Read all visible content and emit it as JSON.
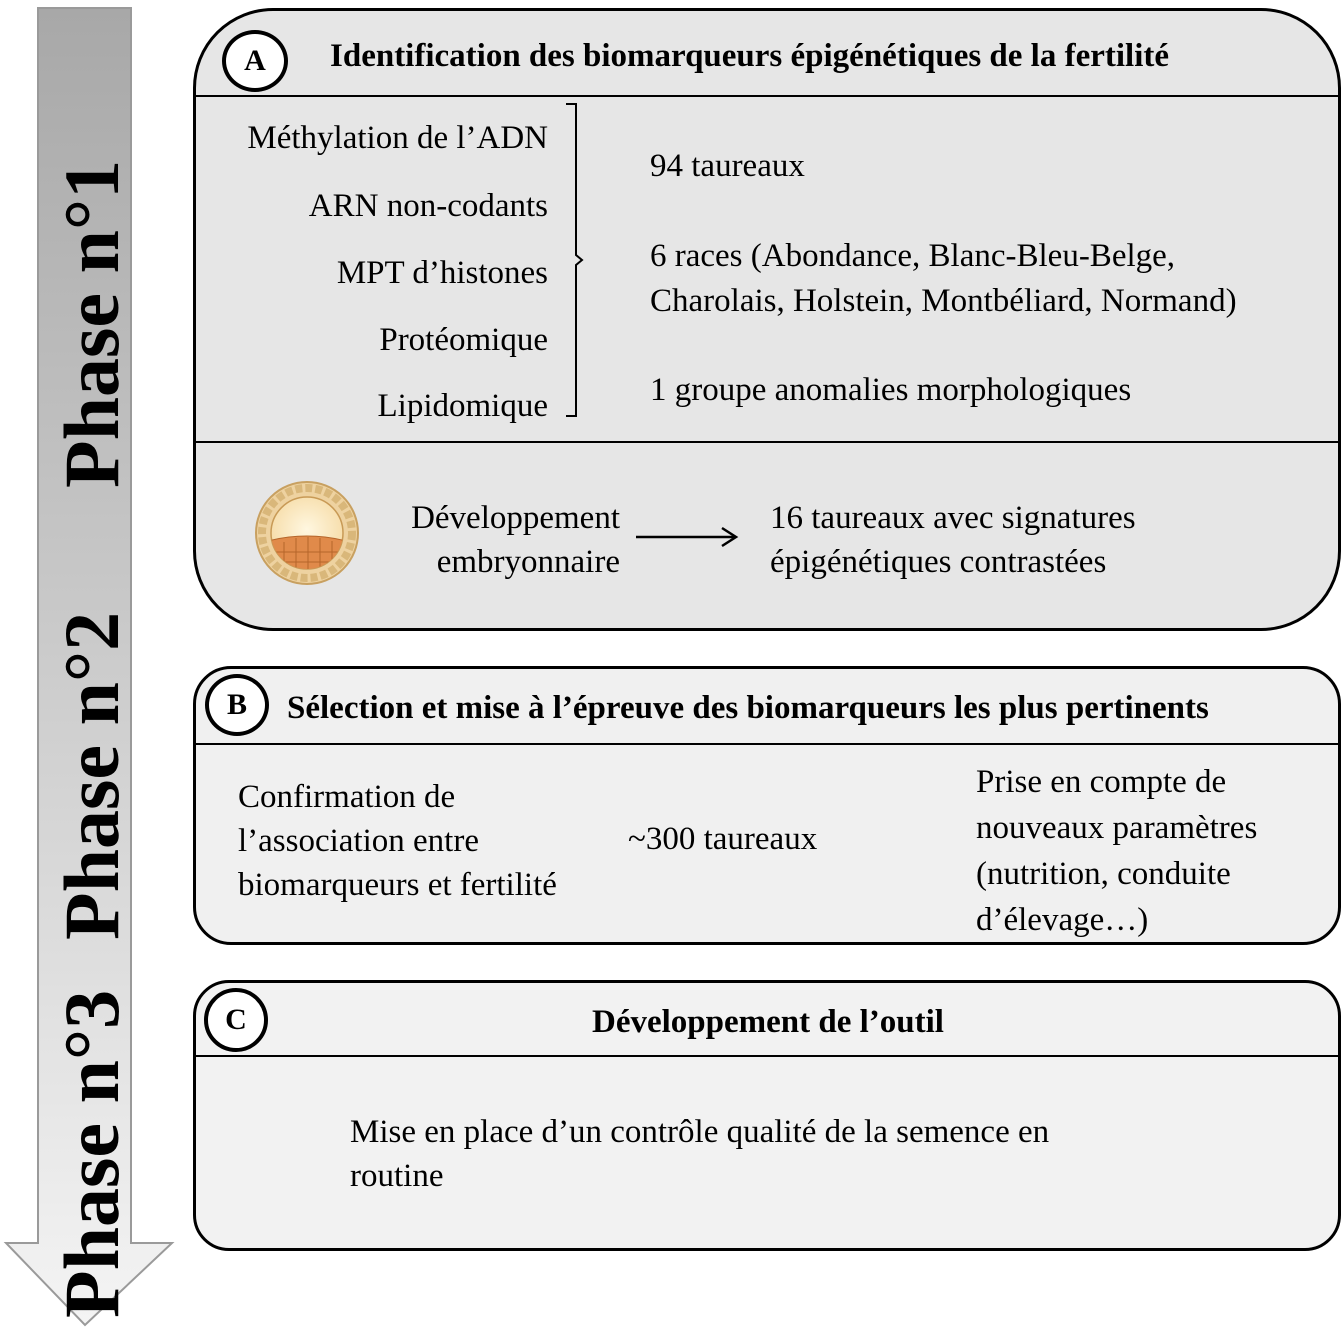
{
  "phases": [
    "Phase n°1",
    "Phase n°2",
    "Phase n°3"
  ],
  "panelA": {
    "letter": "A",
    "title": "Identification des biomarqueurs épigénétiques de la fertilité",
    "omics": [
      "Méthylation de l’ADN",
      "ARN non-codants",
      "MPT d’histones",
      "Protéomique",
      "Lipidomique"
    ],
    "bulls": "94 taureaux",
    "races_line1": "6 races (Abondance, Blanc-Bleu-Belge,",
    "races_line2": "Charolais, Holstein, Montbéliard, Normand)",
    "group": "1 groupe anomalies morphologiques",
    "dev_line1": "Développement",
    "dev_line2": "embryonnaire",
    "result_line1": "16 taureaux avec signatures",
    "result_line2": "épigénétiques contrastées"
  },
  "panelB": {
    "letter": "B",
    "title": "Sélection et mise à l’épreuve des biomarqueurs les plus pertinents",
    "left_lines": [
      "Confirmation de",
      "l’association entre",
      "biomarqueurs et fertilité"
    ],
    "middle": "~300 taureaux",
    "right_lines": [
      "Prise en compte de",
      "nouveaux paramètres",
      "(nutrition, conduite",
      "d’élevage…)"
    ]
  },
  "panelC": {
    "letter": "C",
    "title": "Développement de l’outil",
    "line1": "Mise en place d’un contrôle qualité de la semence en",
    "line2": "routine"
  },
  "colors": {
    "panelA_bg": "#e6e6e6",
    "panelB_bg": "#f0f0f0",
    "panelC_bg": "#f2f2f2",
    "arrow_light": "#f2f2f2",
    "arrow_dark": "#b0b0b0"
  }
}
